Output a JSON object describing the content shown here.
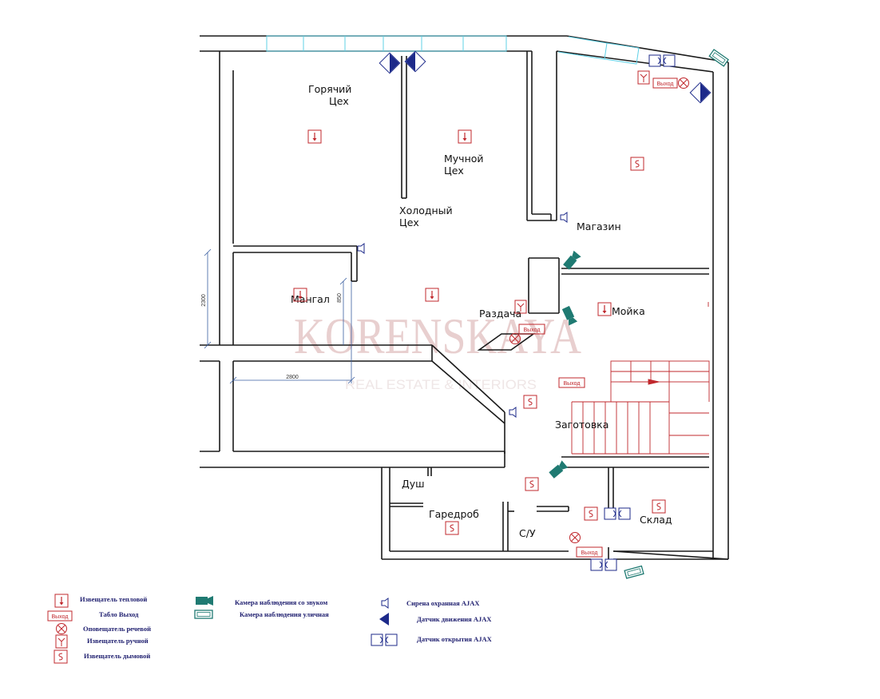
{
  "rooms": {
    "hot_shop_1": "Горячий",
    "hot_shop_2": "Цех",
    "flour_shop_1": "Мучной",
    "flour_shop_2": "Цех",
    "cold_shop_1": "Холодный",
    "cold_shop_2": "Цех",
    "shop": "Магазин",
    "grill": "Мангал",
    "serving": "Раздача",
    "washing": "Мойка",
    "prep": "Заготовка",
    "shower": "Душ",
    "wardrobe": "Гаредроб",
    "wc": "С/У",
    "storage": "Склад"
  },
  "dimensions": {
    "height_2300": "2300",
    "height_850": "850",
    "width_2800": "2800"
  },
  "exit_sign_text": "Выход",
  "watermark": {
    "brand": "KORENSKAYA",
    "tagline": "REAL ESTATE & INTERIORS"
  },
  "legend": {
    "heat_detector": "Извещатель тепловой",
    "exit_sign": "Табло Выход",
    "voice_alarm": "Оповещатель речевой",
    "manual_detector": "Извещатель ручной",
    "smoke_detector": "Извещатель дымовой",
    "camera_sound": "Камера наблюдения со звуком",
    "camera_outdoor": "Камера наблюдения уличная",
    "siren": "Сирена охранная AJAX",
    "motion": "Датчик движения AJAX",
    "opening": "Датчик открытия AJAX"
  },
  "colors": {
    "fire_symbols": "#c0282d",
    "security_symbols": "#1d2a8a",
    "camera": "#1f7a72",
    "windows": "#5fd0e6",
    "walls": "#1a1a1a"
  }
}
